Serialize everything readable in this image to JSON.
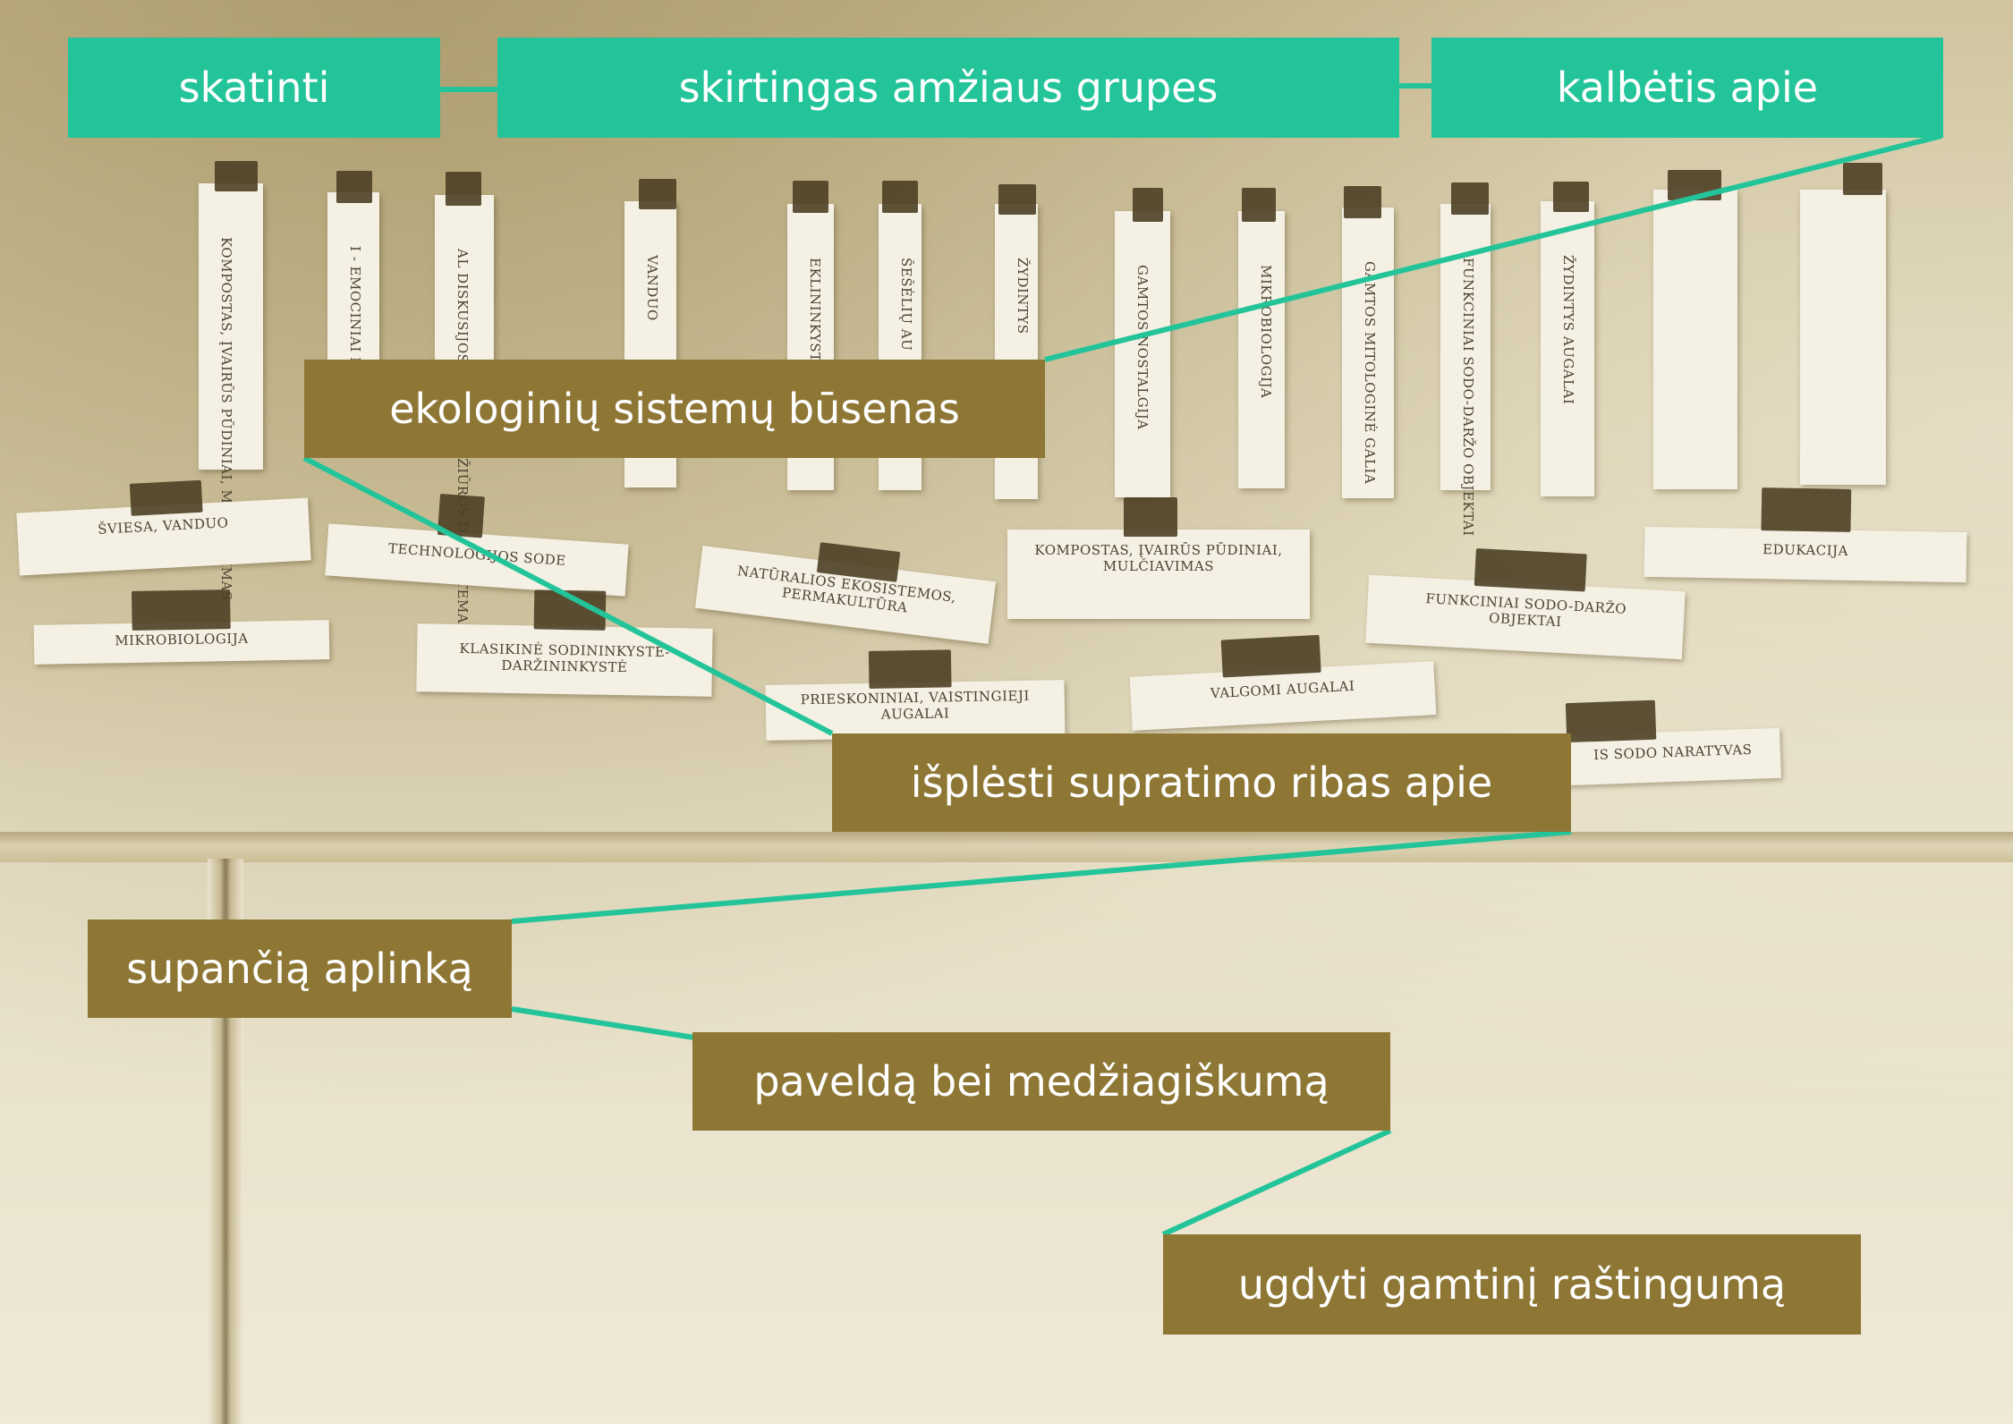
{
  "labels": {
    "skatinti": "skatinti",
    "skirtingas": "skirtingas amžiaus grupes",
    "kalbetis": "kalbėtis apie",
    "ekologiniu": "ekologinių sistemų būsenas",
    "isplesti": "išplėsti supratimo ribas apie",
    "supancia": "supančią aplinką",
    "paveldą": "paveldą bei medžiagiškumą",
    "ugdyti": "ugdyti gamtinį raštingumą"
  },
  "photo": {
    "vertical_strips": [
      "KOMPOSTAS, ĮVAIRŪS PŪDINIAI, MULČIAVIMAS",
      "I - EMOCINIAI RYTOJAI",
      "AL DISKUSIJOS, FILMŲ PERŽIŪROS DARŽO TEMA",
      "VANDUO",
      "EKLININKYSTĖ",
      "ŠEŠĖLIŲ AU",
      "ŽYDINTYS",
      "GAMTOS NOSTALGIJA",
      "MIKROBIOLOGIJA",
      "GAMTOS MITOLOGINĖ GALIA",
      "FUNKCINIAI SODO-DARŽO OBJEKTAI",
      "ŽYDINTYS AUGALAI",
      "",
      ""
    ],
    "horizontal_strips": [
      "ŠVIESA, VANDUO",
      "TECHNOLOGIJOS SODE",
      "NATŪRALIOS EKOSISTEMOS, PERMAKULTŪRA",
      "KOMPOSTAS, ĮVAIRŪS PŪDINIAI, MULČIAVIMAS",
      "EDUKACIJA",
      "MIKROBIOLOGIJA",
      "KLASIKINĖ SODININKYSTĖ-DARŽININKYSTĖ",
      "FUNKCINIAI SODO-DARŽO OBJEKTAI",
      "PRIESKONINIAI, VAISTINGIEJI AUGALAI",
      "VALGOMI AUGALAI",
      "IS SODO NARATYVAS"
    ]
  },
  "colors": {
    "teal": "#23c499",
    "olive": "#8e7735",
    "line": "#23c499"
  }
}
